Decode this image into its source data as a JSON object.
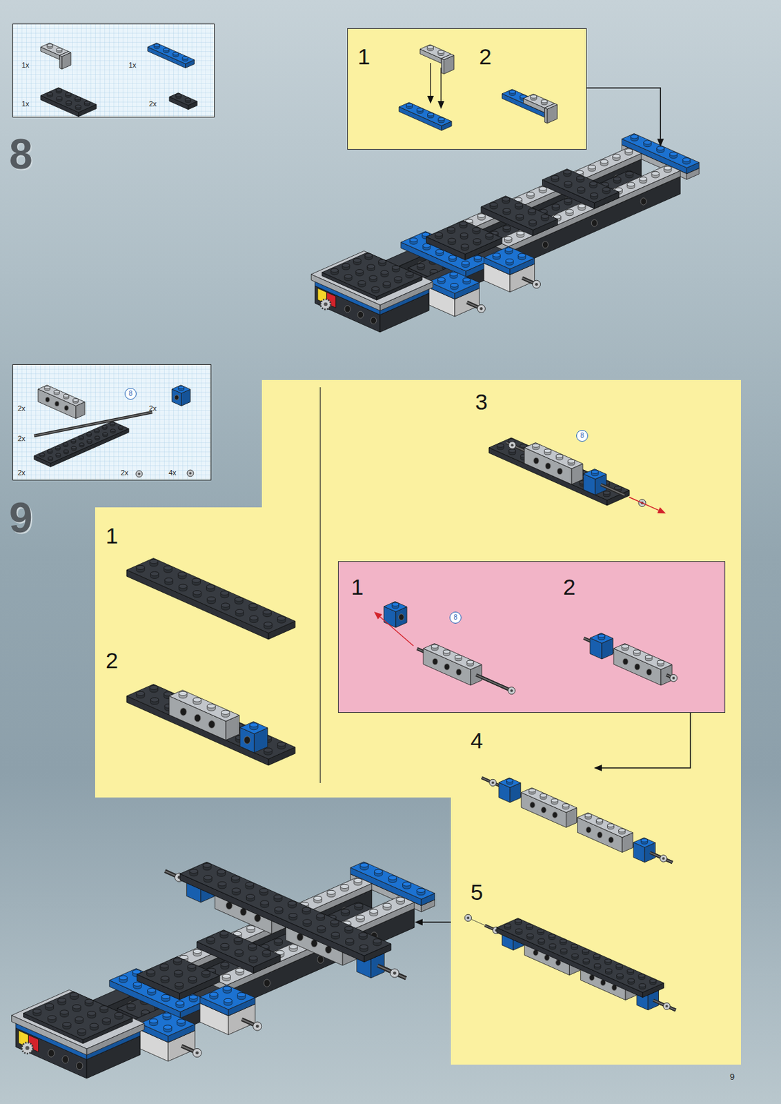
{
  "diagram": {
    "nodes": [
      {
        "text": [
          "1x",
          "1x",
          "1x",
          "2x"
        ]
      },
      {
        "text": [
          "1",
          "2"
        ]
      },
      {
        "text": [
          "2x",
          "8",
          "2x",
          "2x",
          "2x",
          "2x",
          "4x"
        ]
      },
      {
        "text": [
          "1",
          "2",
          "3",
          "8",
          "4",
          "5"
        ]
      },
      {
        "text": [
          "1",
          "8",
          "2"
        ],
        "in": 3
      }
    ],
    "labels": [
      "8",
      "9",
      "9"
    ]
  }
}
